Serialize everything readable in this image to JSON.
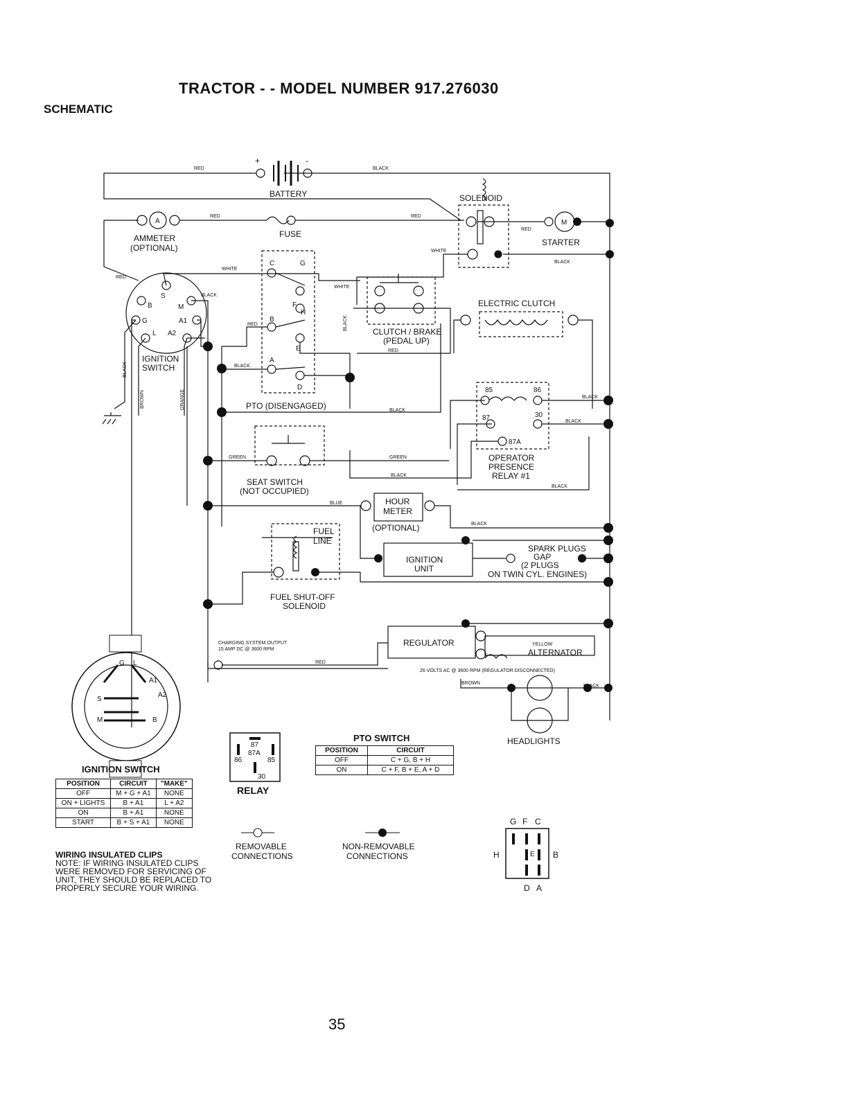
{
  "header": {
    "title": "TRACTOR - - MODEL NUMBER 917.276030",
    "section": "SCHEMATIC"
  },
  "components": {
    "battery": "BATTERY",
    "battery_plus": "+",
    "battery_minus": "-",
    "solenoid": "SOLENOID",
    "ammeter": "AMMETER",
    "ammeter_opt": "(OPTIONAL)",
    "ammeter_letter": "A",
    "fuse": "FUSE",
    "starter": "STARTER",
    "starter_letter": "M",
    "electric_clutch": "ELECTRIC CLUTCH",
    "clutch_brake": "CLUTCH / BRAKE",
    "clutch_brake_sub": "(PEDAL UP)",
    "ignition_switch": "IGNITION",
    "ignition_switch2": "SWITCH",
    "pto": "PTO (DISENGAGED)",
    "seat_switch": "SEAT SWITCH",
    "seat_switch_sub": "(NOT OCCUPIED)",
    "hour_meter": "HOUR",
    "hour_meter2": "METER",
    "hour_meter_opt": "(OPTIONAL)",
    "operator_relay": "OPERATOR",
    "operator_relay2": "PRESENCE",
    "operator_relay3": "RELAY #1",
    "fuel_line": "FUEL",
    "fuel_line2": "LINE",
    "fuel_solenoid": "FUEL SHUT-OFF",
    "fuel_solenoid2": "SOLENOID",
    "ignition_unit": "IGNITION",
    "ignition_unit2": "UNIT",
    "spark_plugs": "SPARK PLUGS",
    "spark_gap": "GAP",
    "spark_plugs_note": "(2 PLUGS",
    "spark_plugs_note2": "ON TWIN CYL. ENGINES)",
    "regulator": "REGULATOR",
    "alternator": "ALTERNATOR",
    "headlights": "HEADLIGHTS",
    "charging": "CHARGING SYSTEM OUTPUT",
    "charging2": "15 AMP DC @ 3600 RPM",
    "alt_note": "26 VOLTS AC @ 3600 RPM (REGULATOR DISCONNECTED)",
    "relay": "RELAY",
    "pins": {
      "c": "C",
      "g": "G",
      "f": "F",
      "h": "H",
      "b": "B",
      "e": "E",
      "a": "A",
      "d": "D"
    },
    "ign_pins": {
      "b": "B",
      "s": "S",
      "m": "M",
      "g": "G",
      "a1": "A1",
      "l": "L",
      "a2": "A2"
    },
    "relay_pins": {
      "p85": "85",
      "p86": "86",
      "p87": "87",
      "p30": "30",
      "p87a": "87A"
    }
  },
  "wires": {
    "red": "RED",
    "black": "BLACK",
    "white": "WHITE",
    "green": "GREEN",
    "blue": "BLUE",
    "yellow": "YELLOW",
    "brown": "BROWN",
    "orange": "ORANGE"
  },
  "ignition_table": {
    "caption": "IGNITION SWITCH",
    "headers": [
      "POSITION",
      "CIRCUIT",
      "\"MAKE\""
    ],
    "rows": [
      [
        "OFF",
        "M + G + A1",
        "NONE"
      ],
      [
        "ON + LIGHTS",
        "B + A1",
        "L + A2"
      ],
      [
        "ON",
        "B + A1",
        "NONE"
      ],
      [
        "START",
        "B + S + A1",
        "NONE"
      ]
    ]
  },
  "pto_table": {
    "caption": "PTO SWITCH",
    "headers": [
      "POSITION",
      "CIRCUIT"
    ],
    "rows": [
      [
        "OFF",
        "C + G, B + H"
      ],
      [
        "ON",
        "C + F, B + E, A + D"
      ]
    ]
  },
  "legend": {
    "removable": "REMOVABLE",
    "removable2": "CONNECTIONS",
    "nonremovable": "NON-REMOVABLE",
    "nonremovable2": "CONNECTIONS"
  },
  "note": {
    "heading": "WIRING INSULATED CLIPS",
    "text": "NOTE: IF WIRING INSULATED CLIPS WERE REMOVED FOR SERVICING OF UNIT, THEY SHOULD BE REPLACED TO PROPERLY SECURE YOUR WIRING."
  },
  "pto_connector": {
    "g": "G",
    "f": "F",
    "c": "C",
    "h": "H",
    "e": "E",
    "b": "B",
    "d": "D",
    "a": "A"
  },
  "ign_face": {
    "g": "G",
    "l": "L",
    "a1": "A1",
    "s": "S",
    "a2": "A2",
    "m": "M",
    "b": "B"
  },
  "relay_face": {
    "p87": "87",
    "p87a": "87A",
    "p86": "86",
    "p85": "85",
    "p30": "30"
  },
  "page_number": "35"
}
